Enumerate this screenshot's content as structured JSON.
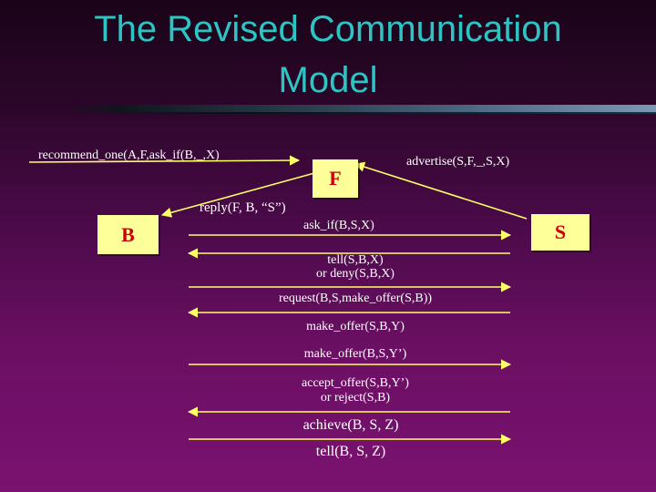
{
  "title": {
    "line1": "The Revised Communication",
    "line2": "Model"
  },
  "agents": {
    "b": "B",
    "f": "F",
    "s": "S"
  },
  "messages": {
    "recommend": "recommend_one(A,F,ask_if(B,_,X)",
    "advertise": "advertise(S,F,_,S,X)",
    "reply": "reply(F, B, “S”)",
    "ask_if": "ask_if(B,S,X)",
    "tell_or_deny_1": "tell(S,B,X)",
    "tell_or_deny_2": "or deny(S,B,X)",
    "request": "request(B,S,make_offer(S,B))",
    "make_offer_1": "make_offer(S,B,Y)",
    "make_offer_2": "make_offer(B,S,Y’)",
    "accept_1": "accept_offer(S,B,Y’)",
    "accept_2": "or reject(S,B)",
    "achieve": "achieve(B, S, Z)",
    "tell_final": "tell(B, S, Z)"
  },
  "colors": {
    "title": "#2ec4c4",
    "box_fill": "#ffff99",
    "box_text": "#cc0000",
    "arrow": "#ffff66",
    "label": "#ffffff"
  }
}
